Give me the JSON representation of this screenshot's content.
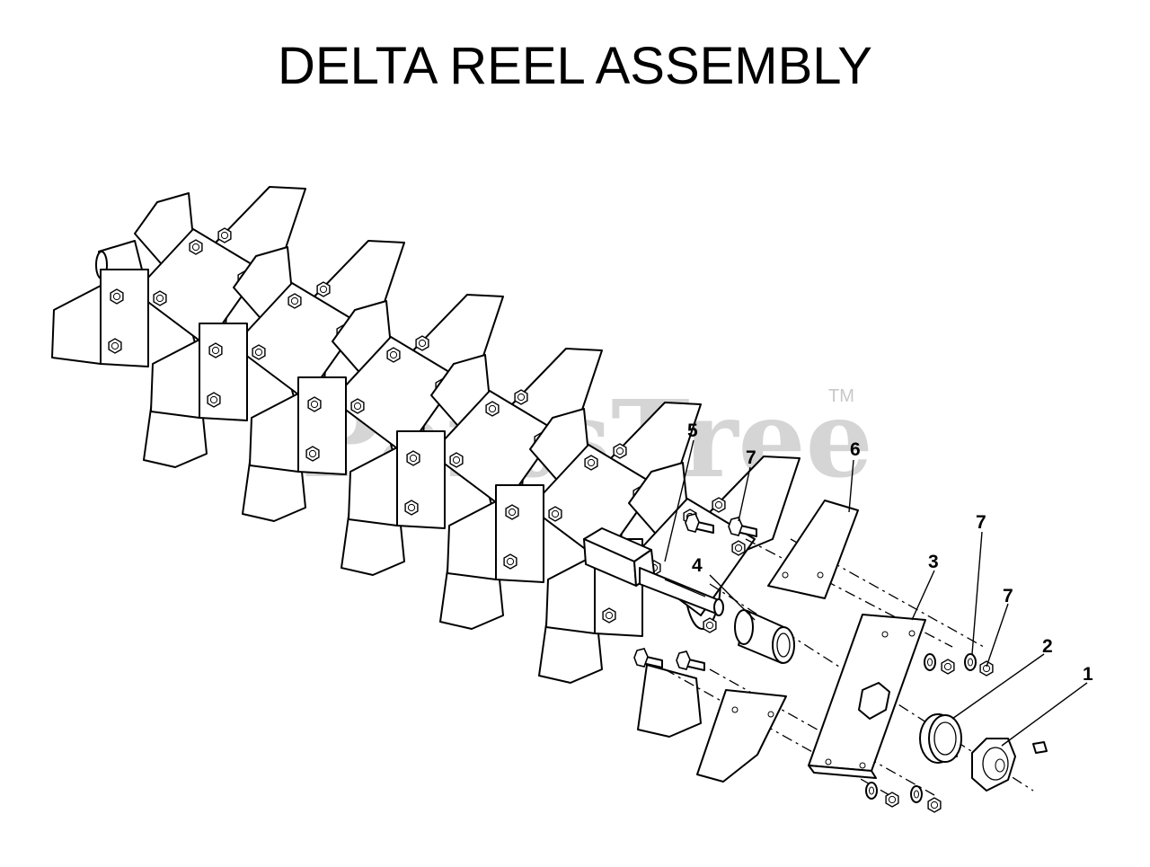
{
  "title": "DELTA REEL ASSEMBLY",
  "watermark": {
    "text": "PartsTree",
    "trademark": "TM"
  },
  "callouts": [
    {
      "id": "1",
      "label": "1"
    },
    {
      "id": "2",
      "label": "2"
    },
    {
      "id": "3",
      "label": "3"
    },
    {
      "id": "4",
      "label": "4"
    },
    {
      "id": "5",
      "label": "5"
    },
    {
      "id": "6",
      "label": "6"
    },
    {
      "id": "7a",
      "label": "7"
    },
    {
      "id": "7b",
      "label": "7"
    },
    {
      "id": "7c",
      "label": "7"
    }
  ],
  "line_color": "#000000",
  "watermark_color": "#c8c8c8"
}
